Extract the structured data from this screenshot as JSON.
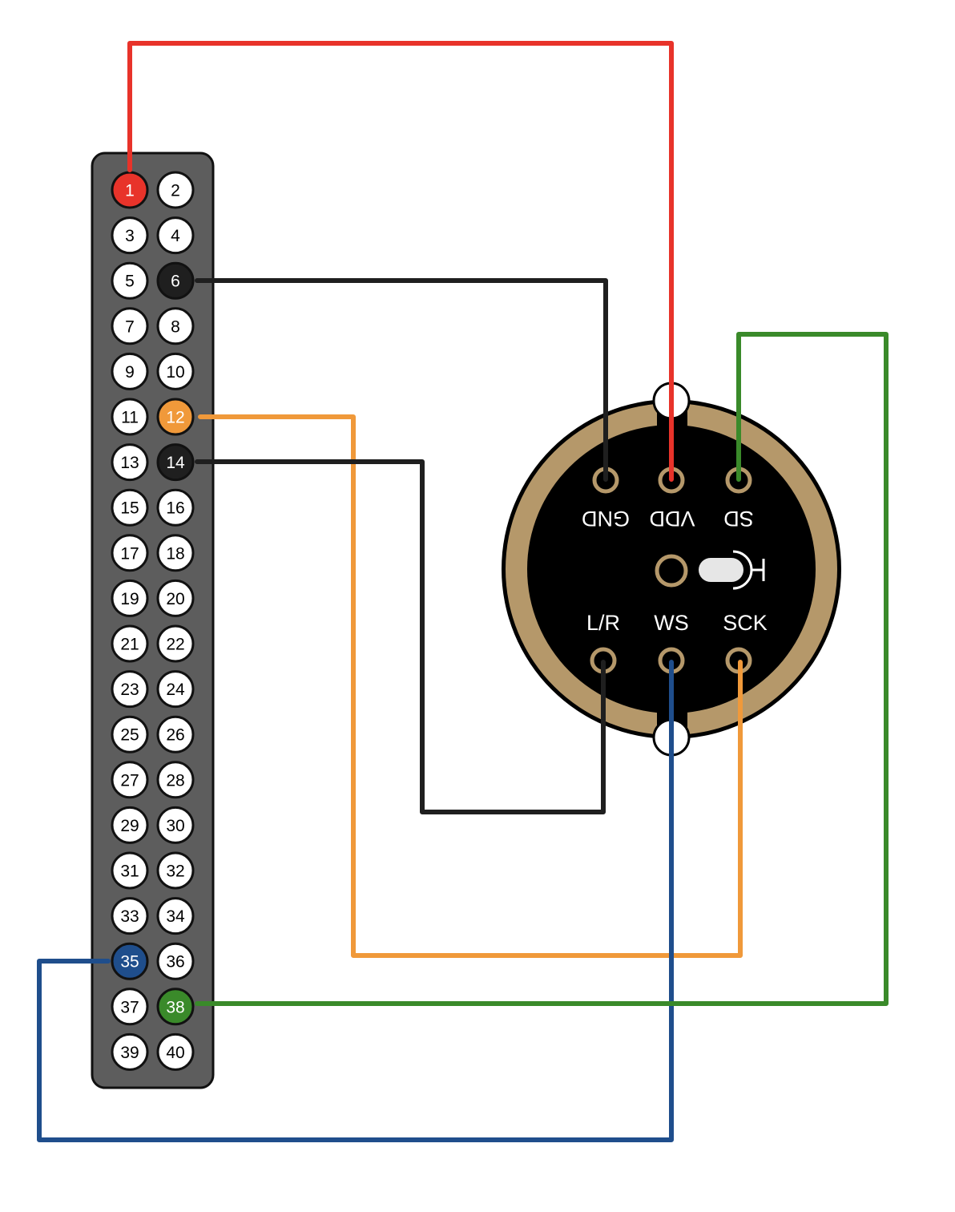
{
  "colors": {
    "header_body": "#5d5d5d",
    "pin_default": "#ffffff",
    "power": "#e8332a",
    "ground": "#1f1f1f",
    "sck": "#f0993a",
    "ws": "#1f4e8c",
    "sd": "#3a8a2a",
    "mic_ring": "#b5986a",
    "mic_board": "#000000"
  },
  "header": {
    "pins": [
      "1",
      "2",
      "3",
      "4",
      "5",
      "6",
      "7",
      "8",
      "9",
      "10",
      "11",
      "12",
      "13",
      "14",
      "15",
      "16",
      "17",
      "18",
      "19",
      "20",
      "21",
      "22",
      "23",
      "24",
      "25",
      "26",
      "27",
      "28",
      "29",
      "30",
      "31",
      "32",
      "33",
      "34",
      "35",
      "36",
      "37",
      "38",
      "39",
      "40"
    ],
    "highlighted": [
      {
        "pin": "1",
        "color": "#e8332a"
      },
      {
        "pin": "6",
        "color": "#1f1f1f"
      },
      {
        "pin": "12",
        "color": "#f0993a"
      },
      {
        "pin": "14",
        "color": "#1f1f1f"
      },
      {
        "pin": "35",
        "color": "#1f4e8c"
      },
      {
        "pin": "38",
        "color": "#3a8a2a"
      }
    ]
  },
  "microphone": {
    "top_labels": [
      "GND",
      "VDD",
      "SD"
    ],
    "bottom_labels": [
      "L/R",
      "WS",
      "SCK"
    ]
  },
  "wires": [
    {
      "from_pin": "1",
      "to": "VDD",
      "color": "#e8332a"
    },
    {
      "from_pin": "6",
      "to": "GND",
      "color": "#1f1f1f"
    },
    {
      "from_pin": "12",
      "to": "SCK",
      "color": "#f0993a"
    },
    {
      "from_pin": "14",
      "to": "L/R",
      "color": "#1f1f1f"
    },
    {
      "from_pin": "35",
      "to": "WS",
      "color": "#1f4e8c"
    },
    {
      "from_pin": "38",
      "to": "SD",
      "color": "#3a8a2a"
    }
  ]
}
